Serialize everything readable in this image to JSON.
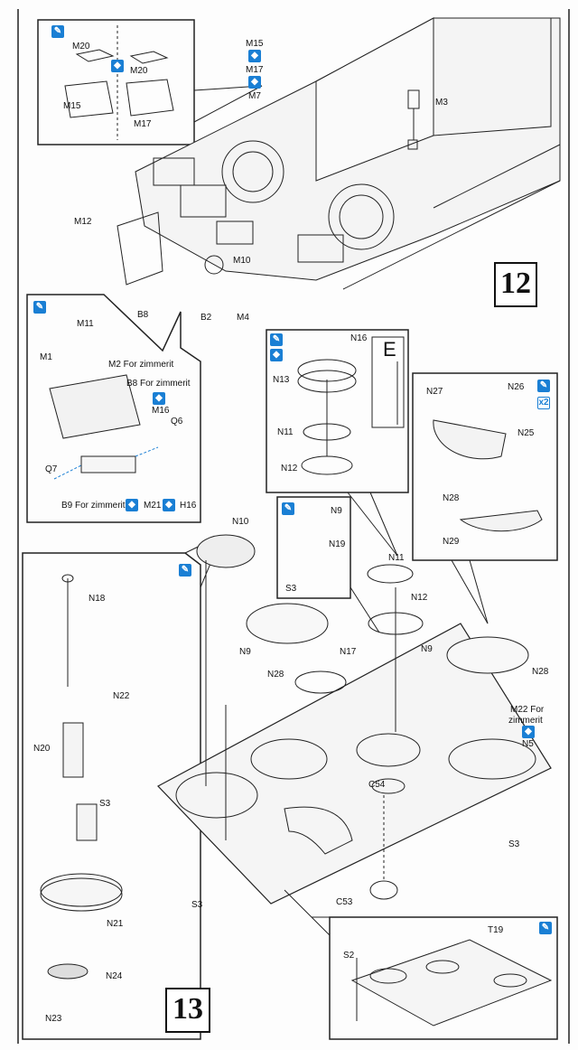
{
  "step12": {
    "number": "12",
    "inset_labels": [
      "M20",
      "M20",
      "M15",
      "M17"
    ],
    "labels": {
      "m15": "M15",
      "m17": "M17",
      "m7": "M7",
      "m3": "M3",
      "m12": "M12",
      "b8": "B8",
      "m10": "M10",
      "b2": "B2",
      "m4": "M4"
    },
    "box2": {
      "m11": "M11",
      "m1": "M1",
      "m2": "M2 For zimmerit",
      "b8": "B8 For zimmerit",
      "m16": "M16",
      "q6": "Q6",
      "q7": "Q7",
      "b9": "B9 For zimmerit",
      "m21": "M21",
      "h16": "H16"
    }
  },
  "step13": {
    "number": "13",
    "box_hatch": {
      "n16": "N16",
      "sprue": "E",
      "n13": "N13",
      "n11": "N11",
      "n12": "N12"
    },
    "box_hatch2": {
      "n27": "N27",
      "n26": "N26",
      "n25": "N25",
      "n28": "N28",
      "n29": "N29",
      "qty": "x2"
    },
    "box_small": {
      "n9": "N9",
      "n19": "N19",
      "s3": "S3"
    },
    "box_left": {
      "n18": "N18",
      "n22": "N22",
      "n20": "N20",
      "s3": "S3",
      "n21": "N21",
      "n24": "N24",
      "n23": "N23"
    },
    "main": {
      "n10": "N10",
      "n9a": "N9",
      "n28a": "N28",
      "n17": "N17",
      "n11": "N11",
      "n12": "N12",
      "n9b": "N9",
      "n28b": "N28",
      "m22": "M22 For",
      "zimmerit": "zimmerit",
      "n5": "N5",
      "c54": "C54",
      "s3a": "S3",
      "s3b": "S3",
      "c53": "C53"
    },
    "box_bottom": {
      "s2": "S2",
      "t19": "T19"
    }
  },
  "icons": {
    "paint": "paint-brush-icon",
    "cement": "cement-icon",
    "accent_color": "#1a7fd4"
  }
}
